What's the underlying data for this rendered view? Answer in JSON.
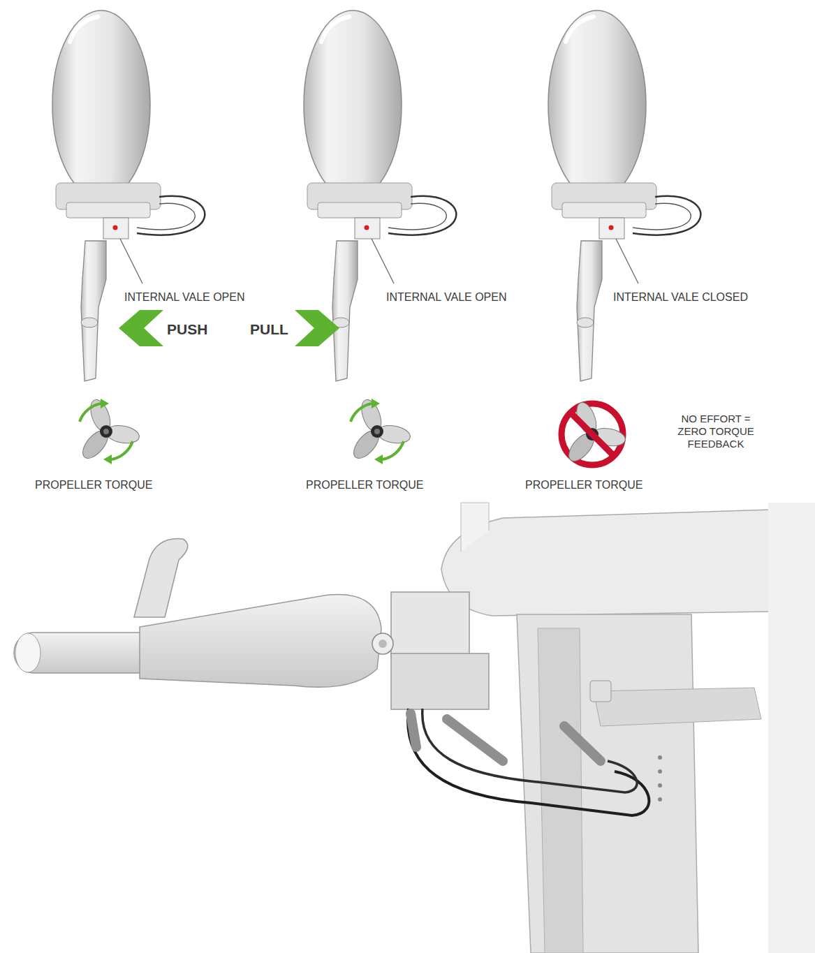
{
  "diagram": {
    "labels": [
      "INTERNAL VALE OPEN",
      "INTERNAL VALE OPEN",
      "INTERNAL VALE CLOSED",
      "PUSH",
      "PULL",
      "PROPELLER TORQUE",
      "PROPELLER TORQUE",
      "PROPELLER TORQUE",
      "NO EFFORT = ZERO TORQUE FEEDBACK"
    ]
  }
}
